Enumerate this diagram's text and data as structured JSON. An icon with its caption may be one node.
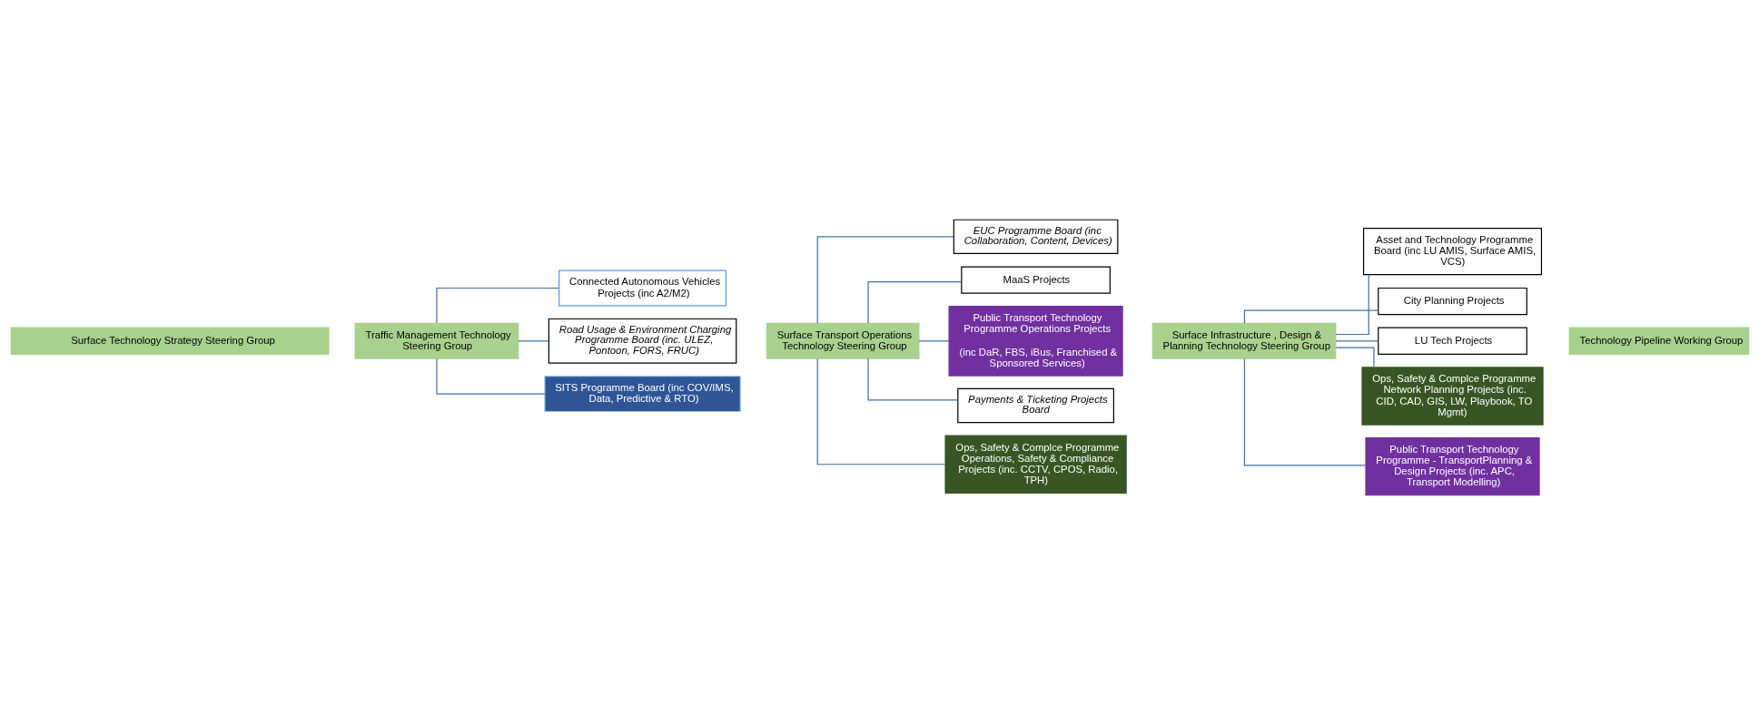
{
  "diagram": {
    "nodes": [
      {
        "text": [
          "Surface Technology Strategy Steering Group"
        ]
      },
      {
        "text": [
          "Traffic Management Technology Steering Group"
        ]
      },
      {
        "text": [
          "Connected Autonomous Vehicles Projects (inc A2/M2)"
        ]
      },
      {
        "text": [
          "Road Usage & Environment Charging Programme Board (inc. ULEZ, Pontoon, FORS, FRUC)"
        ]
      },
      {
        "text": [
          "SITS Programme Board (inc COV/IMS, Data, Predictive & RTO)"
        ]
      },
      {
        "text": [
          "Surface Transport Operations Technology Steering Group"
        ]
      },
      {
        "text": [
          "EUC Programme Board (inc Collaboration, Content, Devices)"
        ]
      },
      {
        "text": [
          "MaaS Projects"
        ]
      },
      {
        "text": [
          "Public Transport Technology Programme Operations Projects",
          "(inc DaR, FBS, iBus, Franchised & Sponsored Services)"
        ]
      },
      {
        "text": [
          "Payments & Ticketing Projects Board"
        ]
      },
      {
        "text": [
          "Ops, Safety & Complce Programme Operations, Safety & Compliance Projects (inc. CCTV, CPOS, Radio, TPH)"
        ]
      },
      {
        "text": [
          "Surface Infrastructure , Design & Planning Technology Steering Group"
        ]
      },
      {
        "text": [
          "Asset and Technology Programme Board (inc LU AMIS, Surface AMIS, VCS)"
        ]
      },
      {
        "text": [
          "City Planning Projects"
        ]
      },
      {
        "text": [
          "LU Tech Projects"
        ]
      },
      {
        "text": [
          "Ops, Safety & Complce Programme Network Planning Projects (inc. CID, CAD, GIS, LW, Playbook, TO Mgmt)"
        ]
      },
      {
        "text": [
          "Public Transport Technology Programme - TransportPlanning & Design Projects (inc. APC, Transport Modelling)"
        ]
      },
      {
        "text": [
          "Technology Pipeline Working Group"
        ]
      }
    ],
    "edges": [
      {
        "from": 1,
        "to": 2,
        "arrow": "none"
      },
      {
        "from": 1,
        "to": 3,
        "arrow": "none"
      },
      {
        "from": 1,
        "to": 4,
        "arrow": "none"
      },
      {
        "from": 5,
        "to": 6,
        "arrow": "none"
      },
      {
        "from": 5,
        "to": 7,
        "arrow": "none"
      },
      {
        "from": 5,
        "to": 8,
        "arrow": "none"
      },
      {
        "from": 5,
        "to": 9,
        "arrow": "none"
      },
      {
        "from": 5,
        "to": 10,
        "arrow": "none"
      },
      {
        "from": 11,
        "to": 12,
        "arrow": "none"
      },
      {
        "from": 11,
        "to": 13,
        "arrow": "none"
      },
      {
        "from": 11,
        "to": 14,
        "arrow": "none"
      },
      {
        "from": 11,
        "to": 15,
        "arrow": "none"
      },
      {
        "from": 11,
        "to": 16,
        "arrow": "none"
      }
    ]
  }
}
